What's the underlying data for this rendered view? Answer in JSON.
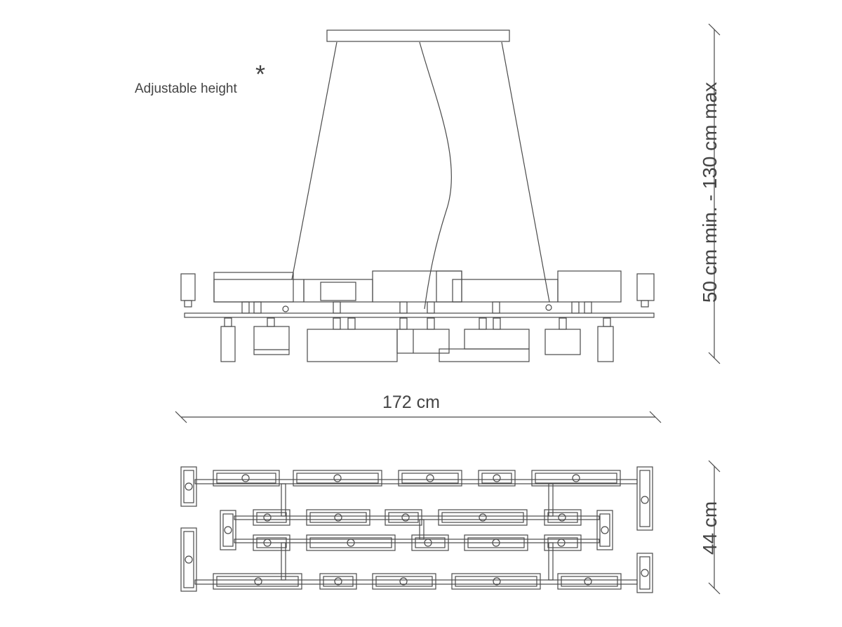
{
  "labels": {
    "adjustable_height": "Adjustable height",
    "asterisk": "*",
    "width": "172 cm",
    "height_range": "50 cm min. - 130 cm max",
    "depth": "44 cm"
  },
  "colors": {
    "line": "#4a4a4a",
    "text": "#444444",
    "background": "#ffffff"
  }
}
